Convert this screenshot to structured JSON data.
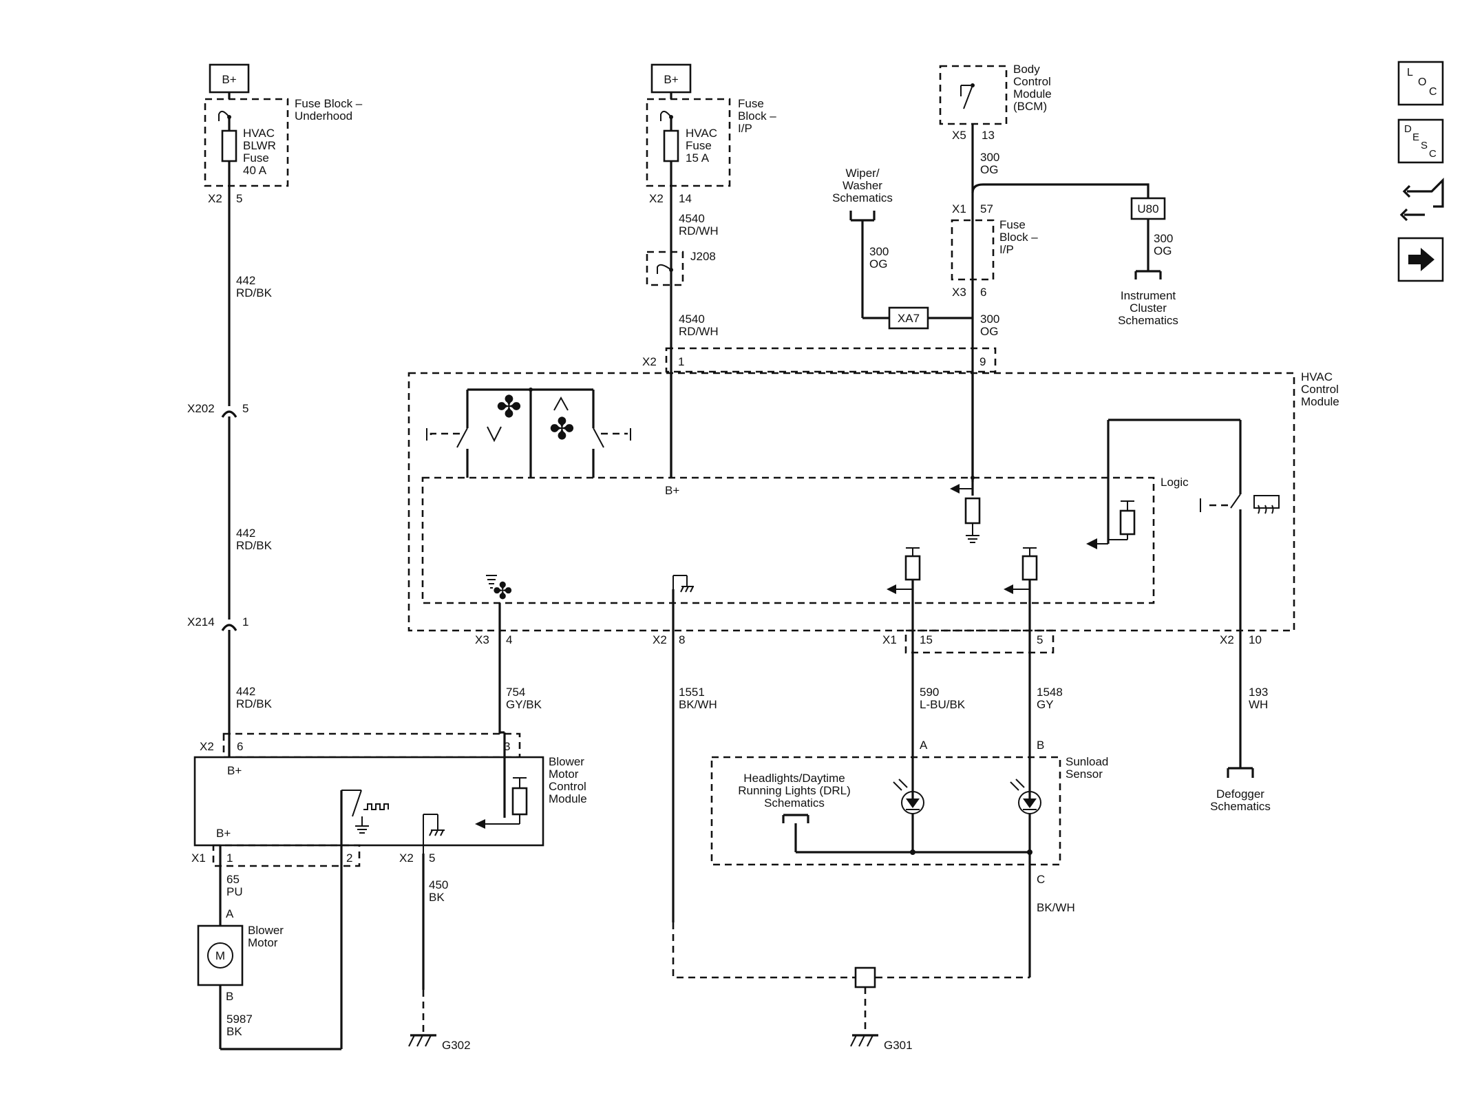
{
  "power": {
    "bplus": "B+"
  },
  "fuse_uh": {
    "title_l1": "Fuse Block –",
    "title_l2": "Underhood",
    "fuse_l1": "HVAC",
    "fuse_l2": "BLWR",
    "fuse_l3": "Fuse",
    "fuse_l4": "40 A",
    "conn": "X2",
    "pin": "5"
  },
  "fuse_ip": {
    "title_l1": "Fuse",
    "title_l2": "Block –",
    "title_l3": "I/P",
    "fuse_l1": "HVAC",
    "fuse_l2": "Fuse",
    "fuse_l3": "15 A",
    "conn": "X2",
    "pin": "14"
  },
  "bcm": {
    "l1": "Body",
    "l2": "Control",
    "l3": "Module",
    "l4": "(BCM)",
    "conn": "X5",
    "pin": "13"
  },
  "fuse_ip2": {
    "l1": "Fuse",
    "l2": "Block –",
    "l3": "I/P",
    "conn_top": "X1",
    "pin_top": "57",
    "conn_bot": "X3",
    "pin_bot": "6"
  },
  "wiper": {
    "l1": "Wiper/",
    "l2": "Washer",
    "l3": "Schematics"
  },
  "instrument": {
    "l1": "Instrument",
    "l2": "Cluster",
    "l3": "Schematics",
    "module": "U80"
  },
  "xa7": "XA7",
  "j208": "J208",
  "splices": {
    "x202": "X202",
    "x202_pin": "5",
    "x214": "X214",
    "x214_pin": "1"
  },
  "wires": {
    "w442_num": "442",
    "w442_col": "RD/BK",
    "w4540_num": "4540",
    "w4540_col": "RD/WH",
    "w300_num": "300",
    "w300_col": "OG",
    "w754_num": "754",
    "w754_col": "GY/BK",
    "w1551_num": "1551",
    "w1551_col": "BK/WH",
    "w590_num": "590",
    "w590_col": "L-BU/BK",
    "w1548_num": "1548",
    "w1548_col": "GY",
    "w193_num": "193",
    "w193_col": "WH",
    "w65_num": "65",
    "w65_col": "PU",
    "w450_num": "450",
    "w450_col": "BK",
    "w5987_num": "5987",
    "w5987_col": "BK",
    "bkwh": "BK/WH"
  },
  "hvac": {
    "l1": "HVAC",
    "l2": "Control",
    "l3": "Module",
    "logic": "Logic",
    "bplus": "B+",
    "top_conn": "X2",
    "top_pin1": "1",
    "top_pin9": "9",
    "x3": "X3",
    "x3_pin": "4",
    "x2b": "X2",
    "x2b_pin": "8",
    "x1": "X1",
    "x1_pin15": "15",
    "x1_pin5": "5",
    "x2c": "X2",
    "x2c_pin": "10"
  },
  "bmcm": {
    "l1": "Blower",
    "l2": "Motor",
    "l3": "Control",
    "l4": "Module",
    "bplus_top": "B+",
    "bplus_bot": "B+",
    "x2": "X2",
    "pin6": "6",
    "pin3": "3",
    "x1": "X1",
    "pin1": "1",
    "pin2": "2",
    "x2b": "X2",
    "pin5": "5"
  },
  "motor": {
    "l1": "Blower",
    "l2": "Motor",
    "pin_a": "A",
    "pin_b": "B",
    "symbol": "M"
  },
  "sunload": {
    "l1": "Sunload",
    "l2": "Sensor",
    "drl_l1": "Headlights/Daytime",
    "drl_l2": "Running Lights (DRL)",
    "drl_l3": "Schematics",
    "pin_a": "A",
    "pin_b": "B",
    "pin_c": "C"
  },
  "defogger": {
    "l1": "Defogger",
    "l2": "Schematics"
  },
  "grounds": {
    "g302": "G302",
    "g301": "G301"
  },
  "icons": {
    "loc": [
      "L",
      "O",
      "C"
    ],
    "desc": [
      "D",
      "E",
      "S",
      "C"
    ]
  }
}
